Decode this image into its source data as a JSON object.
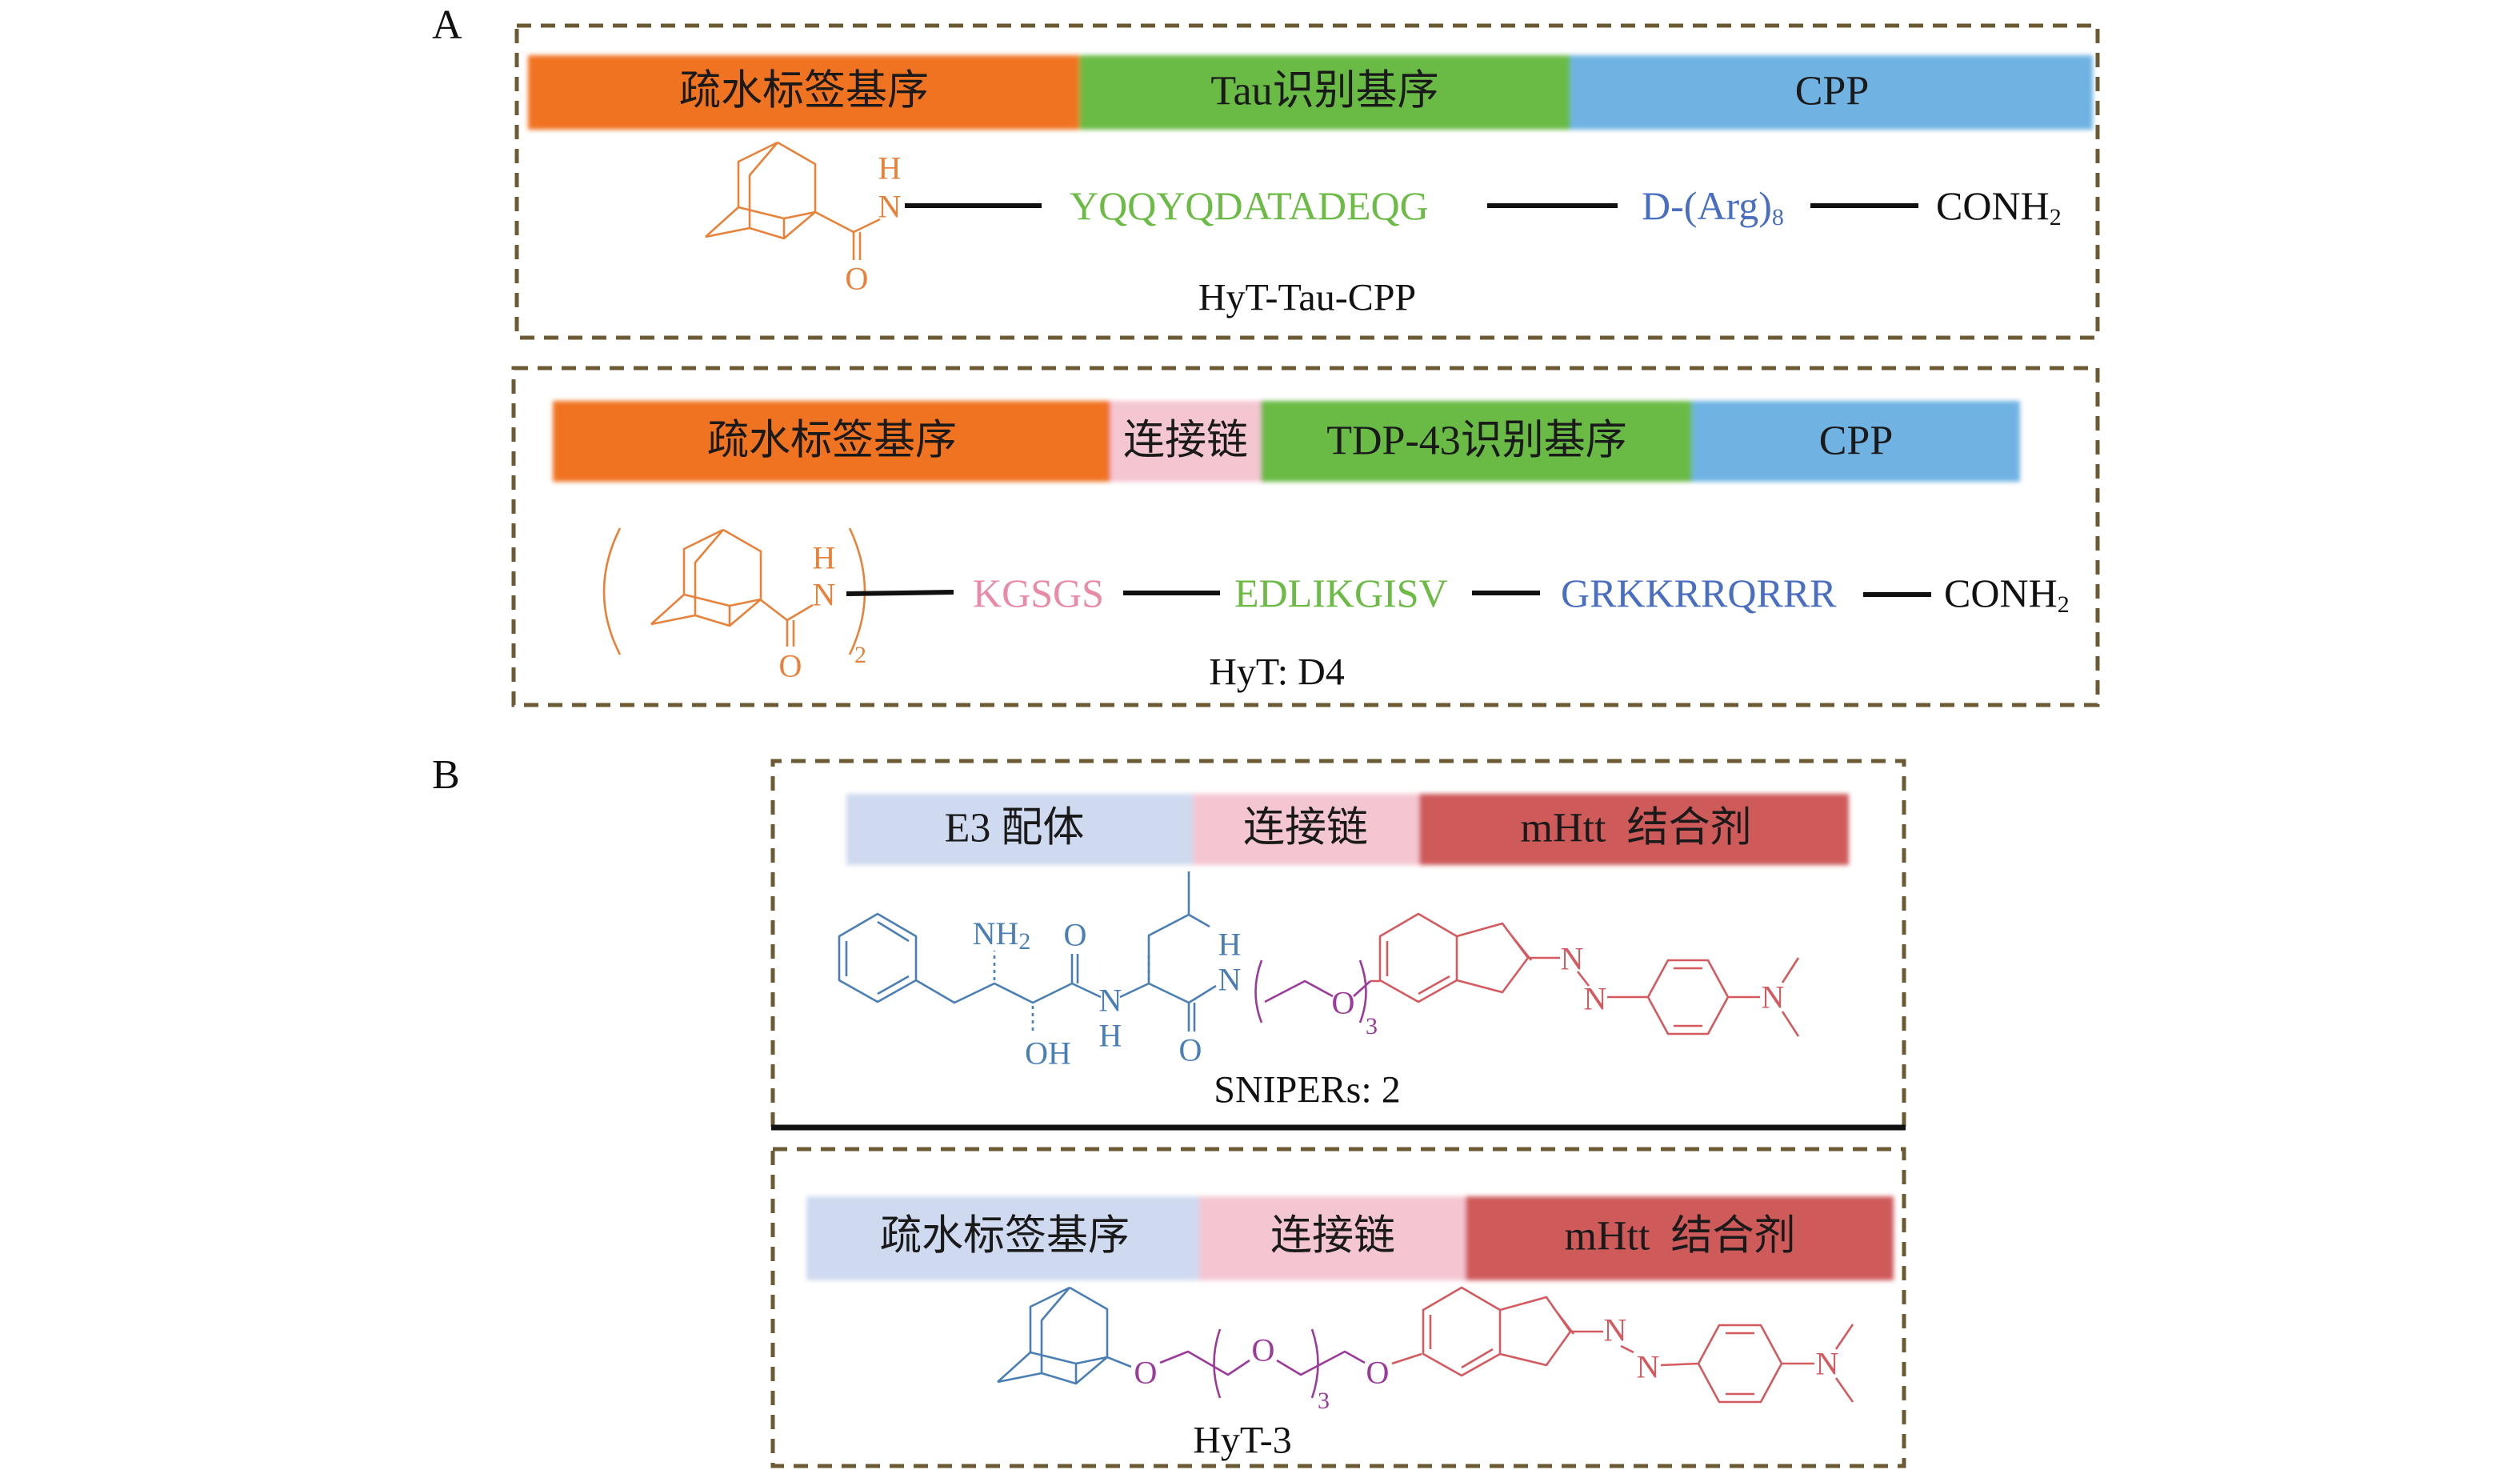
{
  "panel_labels": {
    "a": "A",
    "b": "B"
  },
  "colors": {
    "orange": "#f07324",
    "green": "#6bbb45",
    "sky_blue": "#6fb3e3",
    "pink": "#f4c6d2",
    "light_blue": "#cfdaf0",
    "red": "#cf5a5a",
    "struct_blue": "#4a7fb5",
    "struct_purple": "#9b3a9b",
    "struct_red": "#d45a5f",
    "seq_pink": "#e98aa6",
    "seq_blue": "#4a6fc0",
    "border": "#6b5a33"
  },
  "a1": {
    "segments": [
      "疏水标签基序",
      "Tau识别基序",
      "CPP"
    ],
    "atoms": {
      "h": "H",
      "n": "N",
      "o": "O"
    },
    "sequence": "YQQYQDATADEQG",
    "cpp": "D-(Arg)",
    "cpp_sub": "8",
    "terminal": "CONH",
    "terminal_sub": "2",
    "name": "HyT-Tau-CPP"
  },
  "a2": {
    "segments": [
      "疏水标签基序",
      "连接链",
      "TDP-43识别基序",
      "CPP"
    ],
    "atoms": {
      "h": "H",
      "n": "N",
      "o": "O"
    },
    "repeat": "2",
    "linker": "KGSGS",
    "sequence": "EDLIKGISV",
    "cpp": "GRKKRRQRRR",
    "terminal": "CONH",
    "terminal_sub": "2",
    "name": "HyT: D4"
  },
  "b1": {
    "segments": [
      "E3 配体",
      "连接链",
      "mHtt  结合剂"
    ],
    "atoms": {
      "nh2": "NH",
      "nh2_sub": "2",
      "o1": "O",
      "oh": "OH",
      "n1": "N",
      "h1": "H",
      "o2": "O",
      "n2": "N",
      "h2": "H",
      "o3": "O",
      "repeat": "3",
      "azo_n1": "N",
      "azo_n2": "N",
      "amine_n": "N"
    },
    "name": "SNIPERs: 2"
  },
  "b2": {
    "segments": [
      "疏水标签基序",
      "连接链",
      "mHtt  结合剂"
    ],
    "atoms": {
      "o1": "O",
      "o2": "O",
      "o3": "O",
      "repeat": "3",
      "azo_n1": "N",
      "azo_n2": "N",
      "amine_n": "N"
    },
    "name": "HyT-3"
  }
}
